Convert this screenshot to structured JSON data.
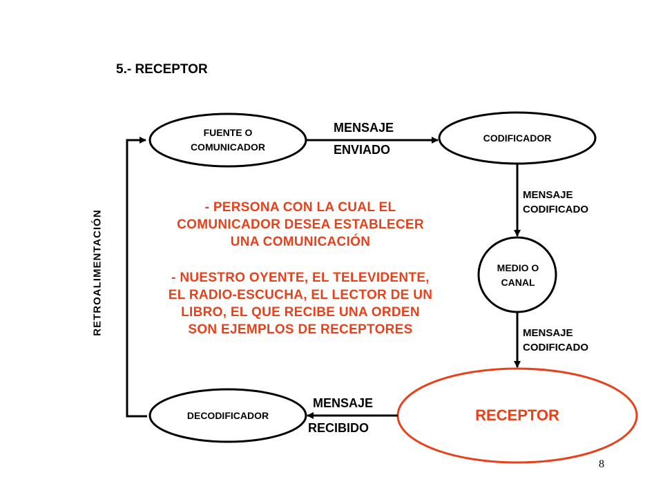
{
  "slide": {
    "title": "5.- RECEPTOR",
    "page_number": "8"
  },
  "nodes": {
    "fuente": [
      "FUENTE O",
      "COMUNICADOR"
    ],
    "codificador": "CODIFICADOR",
    "medio": [
      "MEDIO O",
      "CANAL"
    ],
    "receptor": "RECEPTOR",
    "decodificador": "DECODIFICADOR"
  },
  "edge_labels": {
    "mensaje_enviado": [
      "MENSAJE",
      "ENVIADO"
    ],
    "mensaje_codificado_1": [
      "MENSAJE",
      "CODIFICADO"
    ],
    "mensaje_codificado_2": [
      "MENSAJE",
      "CODIFICADO"
    ],
    "mensaje_recibido": [
      "MENSAJE",
      "RECIBIDO"
    ],
    "retroalimentacion": "RETROALIMENTACIÓN"
  },
  "description": {
    "paragraph_1": [
      "- PERSONA CON LA CUAL EL",
      "COMUNICADOR DESEA ESTABLECER",
      "UNA COMUNICACIÓN"
    ],
    "paragraph_2": [
      "- NUESTRO OYENTE, EL TELEVIDENTE,",
      "EL RADIO-ESCUCHA, EL LECTOR DE UN",
      "LIBRO, EL QUE RECIBE UNA ORDEN",
      "SON EJEMPLOS DE RECEPTORES"
    ]
  },
  "colors": {
    "accent": "#e8401a",
    "stroke": "#000000"
  }
}
